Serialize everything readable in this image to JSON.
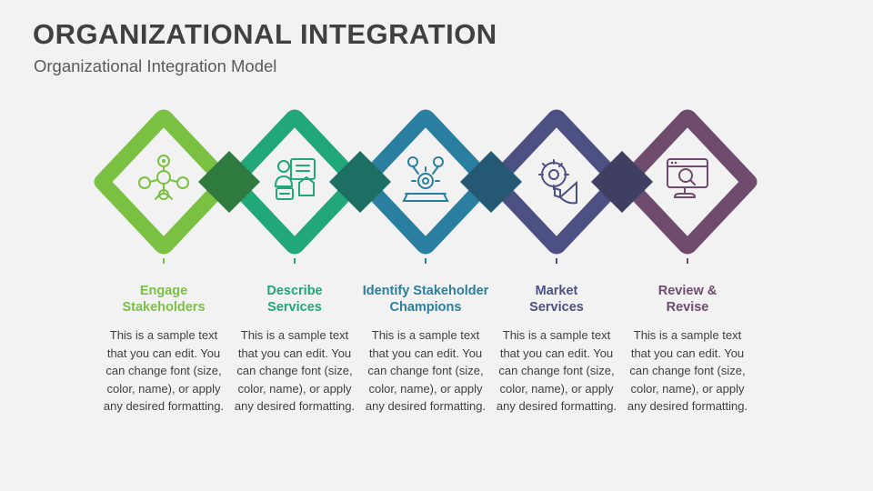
{
  "header": {
    "title": "ORGANIZATIONAL INTEGRATION",
    "subtitle": "Organizational Integration Model"
  },
  "colors": {
    "background": "#f2f2f2",
    "title": "#404040",
    "subtitle": "#5a5a5a",
    "body_text": "#404040",
    "stage1": "#7ac143",
    "stage2": "#22a779",
    "stage3": "#2a7fa0",
    "stage4": "#4c5083",
    "stage5": "#6f4b6e",
    "joint1": "#2f7a3f",
    "joint2": "#1d6f63",
    "joint3": "#265a74",
    "joint4": "#3f3f63"
  },
  "stages": [
    {
      "label": "Engage\nStakeholders",
      "color": "#7ac143",
      "icon": "stakeholder-network-icon",
      "body": "This is a sample text that you can edit. You can change font (size, color, name), or apply any desired formatting."
    },
    {
      "label": "Describe\nServices",
      "color": "#22a779",
      "icon": "presenter-board-icon",
      "body": "This is a sample text that you can edit. You can change font (size, color, name), or apply any desired formatting."
    },
    {
      "label": "Identify Stakeholder\nChampions",
      "color": "#2a7fa0",
      "icon": "idea-gear-laptop-icon",
      "body": "This is a sample text that you can edit. You can change font (size, color, name), or apply any desired formatting."
    },
    {
      "label": "Market\nServices",
      "color": "#4c5083",
      "icon": "gear-megaphone-icon",
      "body": "This is a sample text that you can edit. You can change font (size, color, name), or apply any desired formatting."
    },
    {
      "label": "Review &\nRevise",
      "color": "#6f4b6e",
      "icon": "monitor-search-icon",
      "body": "This is a sample text that you can edit. You can change font (size, color, name), or apply any desired formatting."
    }
  ]
}
